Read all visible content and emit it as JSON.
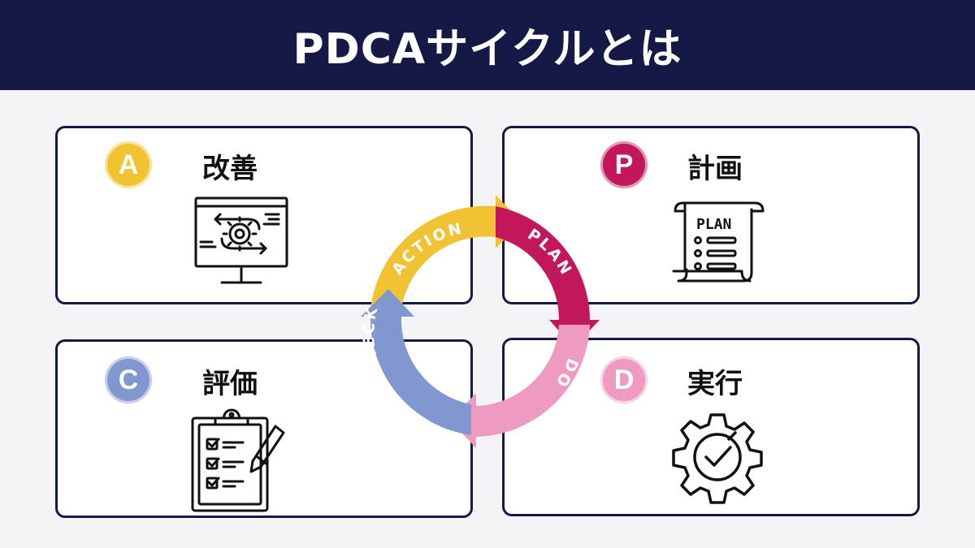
{
  "header": {
    "title": "PDCAサイクルとは"
  },
  "cards": {
    "action": {
      "letter": "A",
      "title": "改善",
      "color": "#f1c232"
    },
    "plan": {
      "letter": "P",
      "title": "計画",
      "color": "#c2185b"
    },
    "check": {
      "letter": "C",
      "title": "評価",
      "color": "#8097cf"
    },
    "do": {
      "letter": "D",
      "title": "実行",
      "color": "#ef9ac0"
    }
  },
  "cycle": {
    "plan_label": "PLAN",
    "do_label": "DO",
    "check_label": "CHECK",
    "action_label": "ACTION"
  },
  "icons": {
    "action": "presentation-board-gear-icon",
    "plan": "plan-scroll-checklist-icon",
    "check": "clipboard-checklist-pencil-icon",
    "do": "gear-checkmark-icon"
  }
}
